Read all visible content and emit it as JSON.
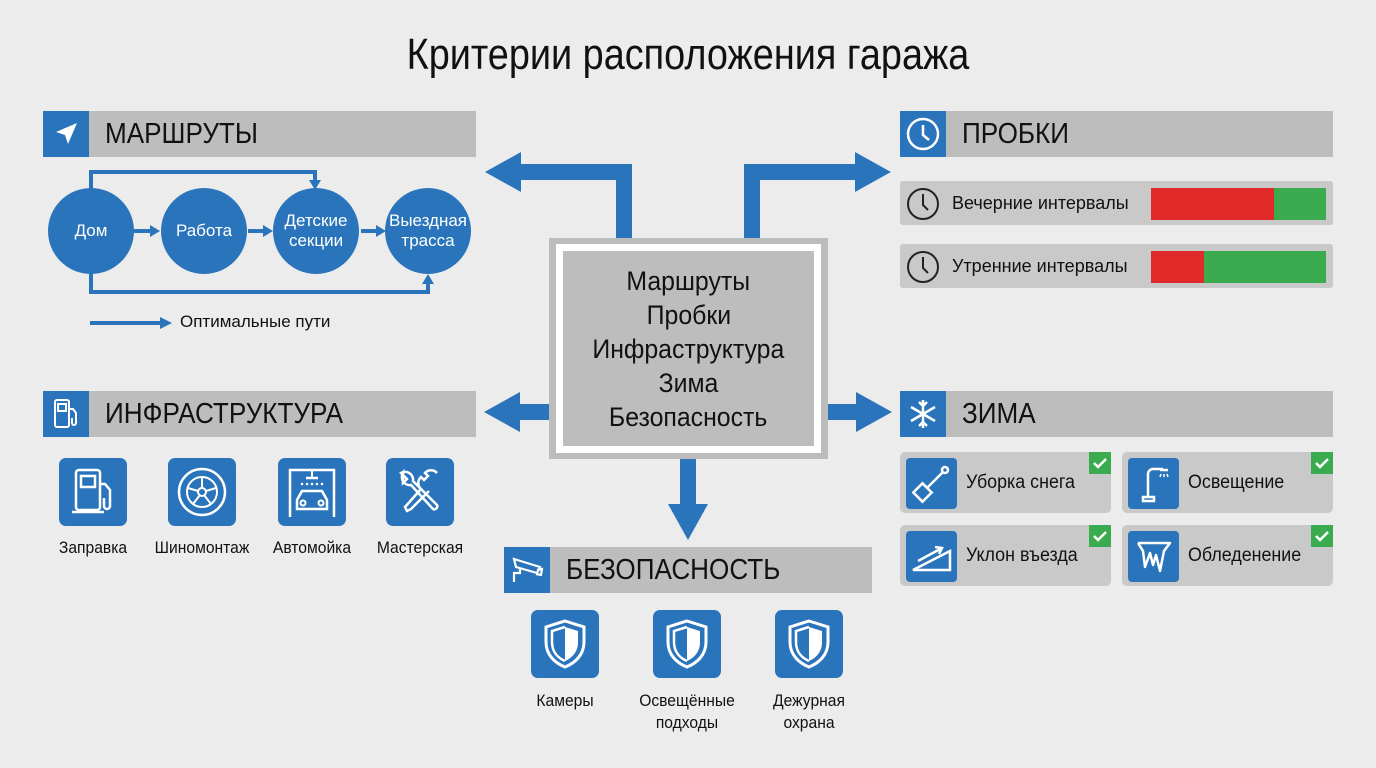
{
  "title": "Критерии расположения гаража",
  "colors": {
    "accent": "#2a74bb",
    "header_bg": "#bdbdbd",
    "red": "#e02a2a",
    "green": "#3aab4e",
    "background": "#ececec"
  },
  "center": {
    "lines": [
      "Маршруты",
      "Пробки",
      "Инфраструктура",
      "Зима",
      "Безопасность"
    ]
  },
  "routes": {
    "header": "МАРШРУТЫ",
    "icon": "navigation-arrow-icon",
    "nodes": [
      "Дом",
      "Работа",
      "Детские секции",
      "Выездная трасса"
    ],
    "node_lines": [
      [
        "Дом"
      ],
      [
        "Работа"
      ],
      [
        "Детские",
        "секции"
      ],
      [
        "Выездная",
        "трасса"
      ]
    ],
    "legend": "Оптимальные пути"
  },
  "traffic": {
    "header": "ПРОБКИ",
    "icon": "clock-icon",
    "rows": [
      {
        "label": "Вечерние интервалы",
        "congested_share": 0.7
      },
      {
        "label": "Утренние интервалы",
        "congested_share": 0.3
      }
    ]
  },
  "infrastructure": {
    "header": "ИНФРАСТРУКТУРА",
    "icon": "fuel-pump-icon",
    "items": [
      {
        "label": "Заправка",
        "icon": "fuel-pump-icon"
      },
      {
        "label": "Шиномонтаж",
        "icon": "tire-icon"
      },
      {
        "label": "Автомойка",
        "icon": "car-wash-icon"
      },
      {
        "label": "Мастерская",
        "icon": "wrench-screwdriver-icon"
      }
    ]
  },
  "winter": {
    "header": "ЗИМА",
    "icon": "snowflake-icon",
    "items": [
      {
        "label": "Уборка снега",
        "icon": "shovel-icon",
        "checked": true
      },
      {
        "label": "Освещение",
        "icon": "street-lamp-icon",
        "checked": true
      },
      {
        "label": "Уклон въезда",
        "icon": "slope-icon",
        "checked": true
      },
      {
        "label": "Обледенение",
        "icon": "icicle-icon",
        "checked": true
      }
    ]
  },
  "security": {
    "header": "БЕЗОПАСНОСТЬ",
    "icon": "security-camera-icon",
    "items": [
      {
        "label": "Камеры",
        "lines": [
          "Камеры"
        ],
        "icon": "shield-icon"
      },
      {
        "label": "Освещённые подходы",
        "lines": [
          "Освещённые",
          "подходы"
        ],
        "icon": "shield-icon"
      },
      {
        "label": "Дежурная охрана",
        "lines": [
          "Дежурная",
          "охрана"
        ],
        "icon": "shield-icon"
      }
    ]
  }
}
